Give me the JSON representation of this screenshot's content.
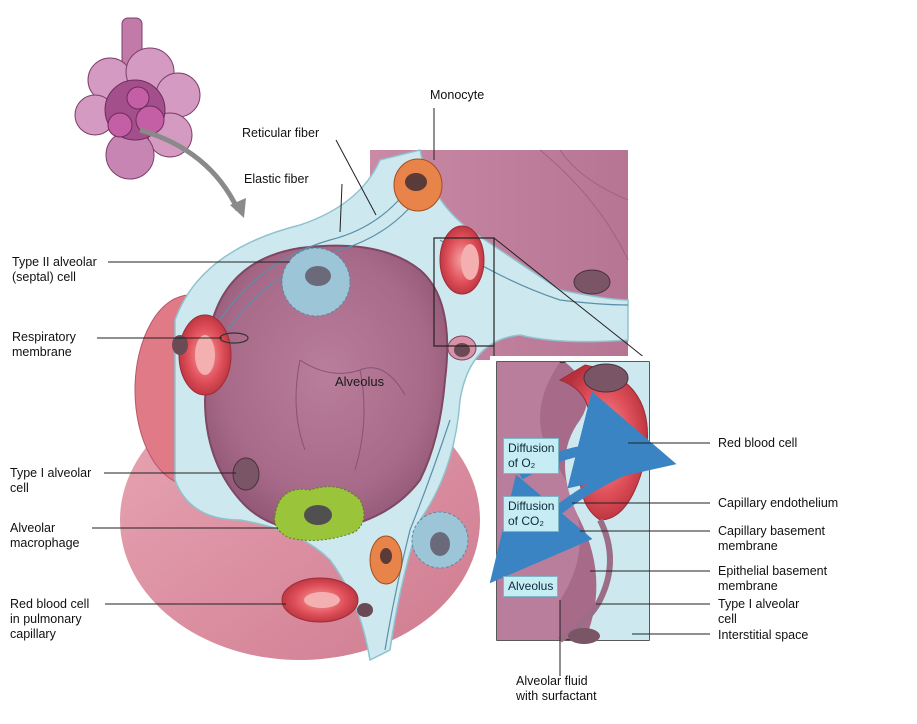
{
  "labels": {
    "monocyte": "Monocyte",
    "reticular_fiber": "Reticular fiber",
    "elastic_fiber": "Elastic fiber",
    "type2_line1": "Type II alveolar",
    "type2_line2": "(septal) cell",
    "resp_line1": "Respiratory",
    "resp_line2": "membrane",
    "alveolus_center": "Alveolus",
    "type1_line1": "Type I alveolar",
    "type1_line2": "cell",
    "macro_line1": "Alveolar",
    "macro_line2": "macrophage",
    "rbc_cap_line1": "Red blood cell",
    "rbc_cap_line2": "in pulmonary",
    "rbc_cap_line3": "capillary",
    "rbc_right": "Red blood cell",
    "cap_endo": "Capillary endothelium",
    "cap_base_line1": "Capillary basement",
    "cap_base_line2": "membrane",
    "epi_base_line1": "Epithelial basement",
    "epi_base_line2": "membrane",
    "type1_right_line1": "Type I alveolar",
    "type1_right_line2": "cell",
    "interstitial": "Interstitial space",
    "fluid_line1": "Alveolar fluid",
    "fluid_line2": "with surfactant"
  },
  "inset": {
    "diff_o2_line1": "Diffusion",
    "diff_o2_line2": "of O₂",
    "diff_co2_line1": "Diffusion",
    "diff_co2_line2": "of CO₂",
    "alveolus": "Alveolus"
  },
  "colors": {
    "alveolus_wall": "#c98aa6",
    "alveolus_inner": "#b57594",
    "interstitium": "#cde9ef",
    "capillary_red": "#e0505a",
    "monocyte": "#e8834a",
    "macrophage": "#9ac43a",
    "type2_cell": "#9cc6d8",
    "arrow_blue": "#3a84c4"
  }
}
